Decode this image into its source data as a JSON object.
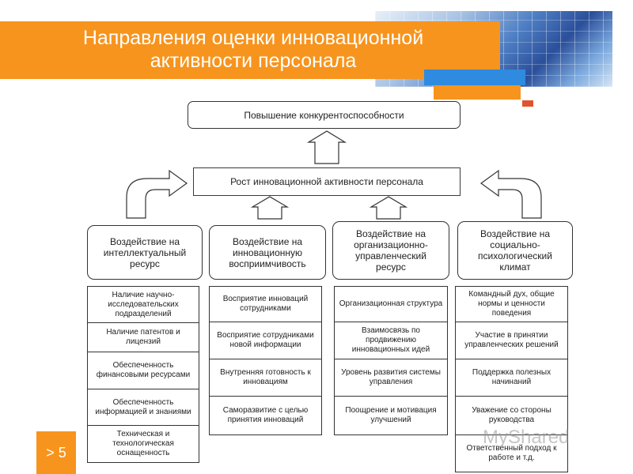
{
  "header": {
    "title": "Направления оценки инновационной\nактивности персонала"
  },
  "top_box": "Повышение конкурентоспособности",
  "middle_box": "Рост инновационной активности персонала",
  "categories": [
    {
      "label": "Воздействие на интеллектуальный ресурс",
      "items": [
        "Наличие научно-исследовательских подразделений",
        "Наличие патентов и лицензий",
        "Обеспеченность финансовыми ресурсами",
        "Обеспеченность информацией и знаниями",
        "Техническая и технологическая оснащенность"
      ]
    },
    {
      "label": "Воздействие на инновационную восприимчивость",
      "items": [
        "Восприятие инноваций сотрудниками",
        "Восприятие сотрудниками новой информации",
        "Внутренняя готовность к инновациям",
        "Саморазвитие с целью принятия инноваций"
      ]
    },
    {
      "label": "Воздействие на организационно-управленческий ресурс",
      "items": [
        "Организационная структура",
        "Взаимосвязь по продвижению инновационных идей",
        "Уровень развития системы управления",
        "Поощрение и мотивация улучшений"
      ]
    },
    {
      "label": "Воздействие на социально-психологический климат",
      "items": [
        "Командный дух, общие нормы и ценности поведения",
        "Участие в принятии управленческих решений",
        "Поддержка полезных начинаний",
        "Уважение со стороны руководства",
        "Ответственный подход к работе и т.д."
      ]
    }
  ],
  "page_number": "> 5",
  "watermark": "MyShared",
  "colors": {
    "accent_orange": "#f7941d",
    "accent_blue": "#2f8be0",
    "accent_red": "#e2532d"
  }
}
